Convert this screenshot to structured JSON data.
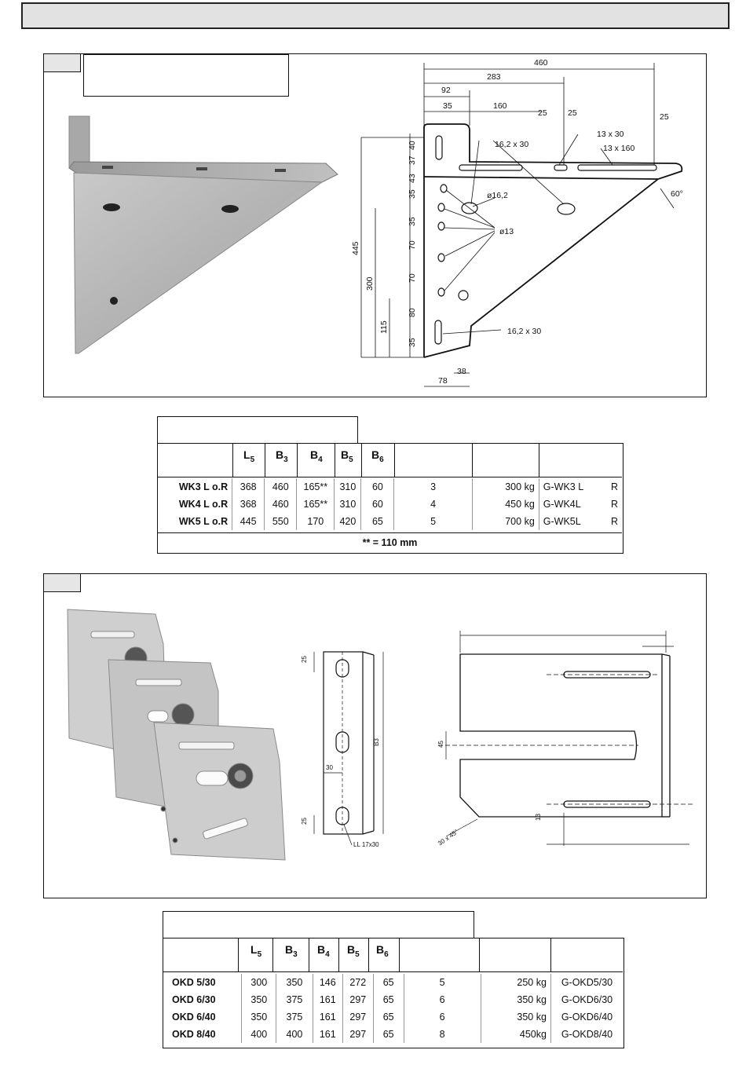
{
  "wk_drawing": {
    "dims": [
      "460",
      "283",
      "92",
      "35",
      "160",
      "25",
      "25",
      "25",
      "13 x 30",
      "13 x 160",
      "16,2 x 30",
      "ø16,2",
      "ø13",
      "16,2 x 30",
      "60°",
      "40",
      "37",
      "43",
      "35",
      "35",
      "70",
      "70",
      "80",
      "35",
      "445",
      "300",
      "115",
      "38",
      "78"
    ]
  },
  "wk_table": {
    "headers": [
      {
        "main": "L",
        "sub": "5"
      },
      {
        "main": "B",
        "sub": "3"
      },
      {
        "main": "B",
        "sub": "4"
      },
      {
        "main": "B",
        "sub": "5"
      },
      {
        "main": "B",
        "sub": "6"
      }
    ],
    "rows": [
      {
        "model": "WK3 L o.R",
        "l5": "368",
        "b3": "460",
        "b4": "165**",
        "b5": "310",
        "b6": "60",
        "n": "3",
        "load": "300 kg",
        "code": "G-WK3 L",
        "side": "R"
      },
      {
        "model": "WK4 L o.R",
        "l5": "368",
        "b3": "460",
        "b4": "165**",
        "b5": "310",
        "b6": "60",
        "n": "4",
        "load": "450 kg",
        "code": "G-WK4L",
        "side": "R"
      },
      {
        "model": "WK5 L o.R",
        "l5": "445",
        "b3": "550",
        "b4": "170",
        "b5": "420",
        "b6": "65",
        "n": "5",
        "load": "700 kg",
        "code": "G-WK5L",
        "side": "R"
      }
    ],
    "footnote": "** = 110 mm"
  },
  "okd_drawing": {
    "dims": [
      "25",
      "30",
      "B3",
      "25",
      "LL 17x30",
      "45",
      "13",
      "30 x 45°"
    ]
  },
  "okd_table": {
    "headers": [
      {
        "main": "L",
        "sub": "5"
      },
      {
        "main": "B",
        "sub": "3"
      },
      {
        "main": "B",
        "sub": "4"
      },
      {
        "main": "B",
        "sub": "5"
      },
      {
        "main": "B",
        "sub": "6"
      }
    ],
    "rows": [
      {
        "model": "OKD 5/30",
        "l5": "300",
        "b3": "350",
        "b4": "146",
        "b5": "272",
        "b6": "65",
        "n": "5",
        "load": "250 kg",
        "code": "G-OKD5/30"
      },
      {
        "model": "OKD 6/30",
        "l5": "350",
        "b3": "375",
        "b4": "161",
        "b5": "297",
        "b6": "65",
        "n": "6",
        "load": "350 kg",
        "code": "G-OKD6/30"
      },
      {
        "model": "OKD 6/40",
        "l5": "350",
        "b3": "375",
        "b4": "161",
        "b5": "297",
        "b6": "65",
        "n": "6",
        "load": "350 kg",
        "code": "G-OKD6/40"
      },
      {
        "model": "OKD 8/40",
        "l5": "400",
        "b3": "400",
        "b4": "161",
        "b5": "297",
        "b6": "65",
        "n": "8",
        "load": "450kg",
        "code": "G-OKD8/40"
      }
    ]
  }
}
